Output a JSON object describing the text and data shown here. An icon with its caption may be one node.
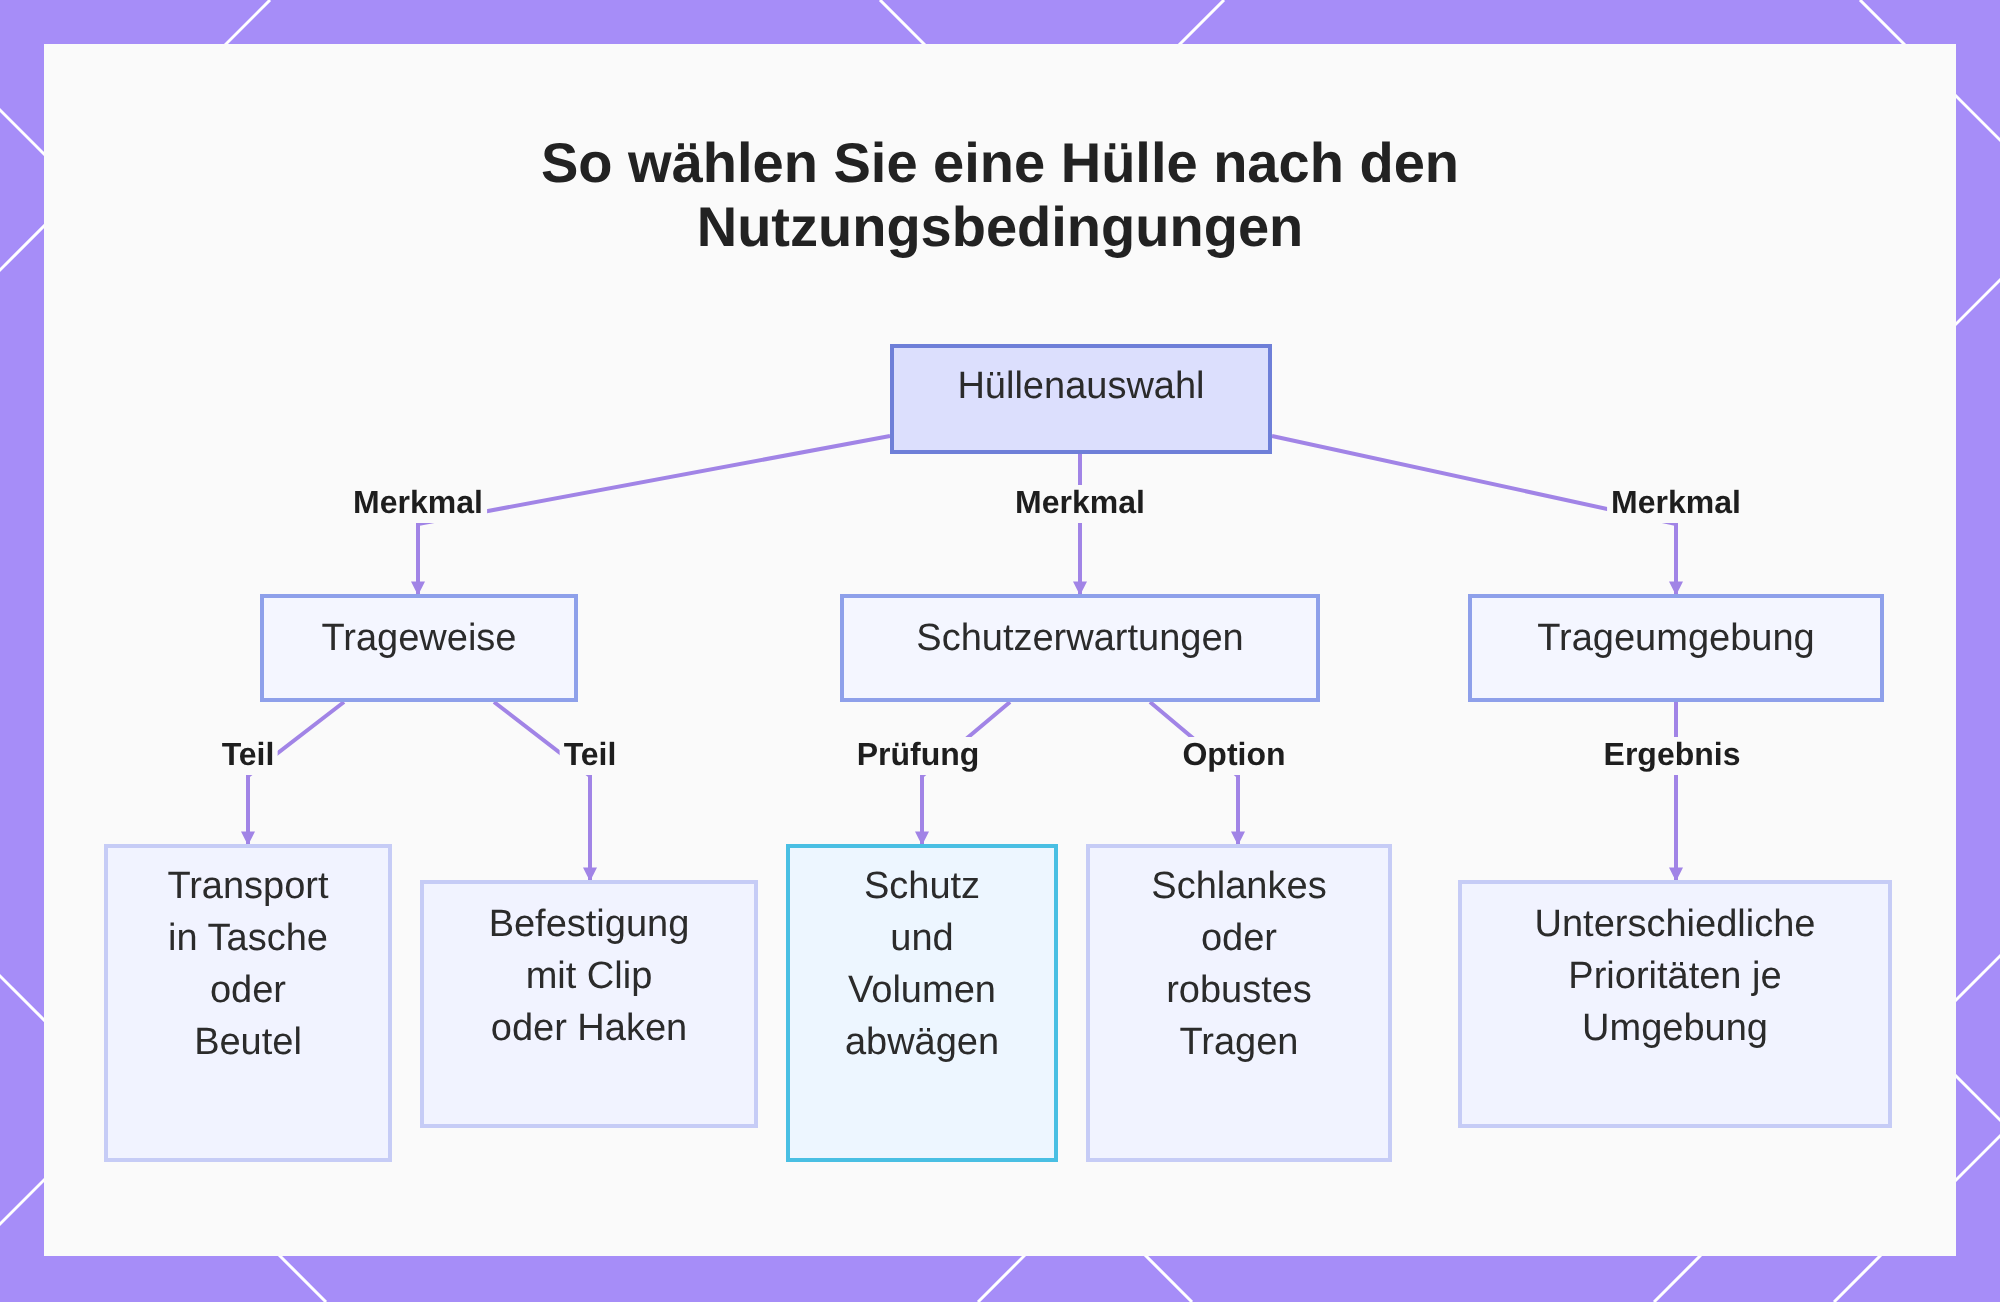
{
  "diagram": {
    "title": "So wählen Sie eine Hülle nach den Nutzungsbedingungen",
    "nodes": [
      {
        "text": [
          "Hüllenauswahl"
        ]
      },
      {
        "text": [
          "Trageweise"
        ]
      },
      {
        "text": [
          "Schutzerwartungen"
        ]
      },
      {
        "text": [
          "Trageumgebung"
        ]
      },
      {
        "text": [
          "Transport in Tasche oder Beutel"
        ]
      },
      {
        "text": [
          "Befestigung mit Clip oder Haken"
        ]
      },
      {
        "text": [
          "Schutz und Volumen abwägen"
        ]
      },
      {
        "text": [
          "Schlankes oder robustes Tragen"
        ]
      },
      {
        "text": [
          "Unterschiedliche Prioritäten je Umgebung"
        ]
      }
    ],
    "edges": [
      {
        "from": 0,
        "to": 1,
        "arrow": "to",
        "label": "Merkmal"
      },
      {
        "from": 0,
        "to": 2,
        "arrow": "to",
        "label": "Merkmal"
      },
      {
        "from": 0,
        "to": 3,
        "arrow": "to",
        "label": "Merkmal"
      },
      {
        "from": 1,
        "to": 4,
        "arrow": "to",
        "label": "Teil"
      },
      {
        "from": 1,
        "to": 5,
        "arrow": "to",
        "label": "Teil"
      },
      {
        "from": 2,
        "to": 6,
        "arrow": "to",
        "label": "Prüfung"
      },
      {
        "from": 2,
        "to": 7,
        "arrow": "to",
        "label": "Option"
      },
      {
        "from": 3,
        "to": 8,
        "arrow": "to",
        "label": "Ergebnis"
      }
    ]
  }
}
